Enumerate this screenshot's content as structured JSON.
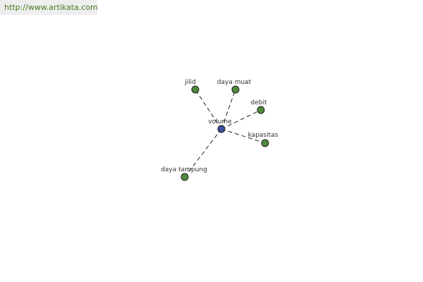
{
  "header": {
    "url": "http://www.artikata.com"
  },
  "diagram": {
    "colors": {
      "center_node": "#3d4f9e",
      "leaf_node": "#4f8a3c",
      "edge": "#222222"
    },
    "center": {
      "label": "volume"
    },
    "leaves": [
      {
        "label": "jilid"
      },
      {
        "label": "daya muat"
      },
      {
        "label": "debit"
      },
      {
        "label": "kapasitas"
      },
      {
        "label": "daya tampung"
      }
    ]
  }
}
